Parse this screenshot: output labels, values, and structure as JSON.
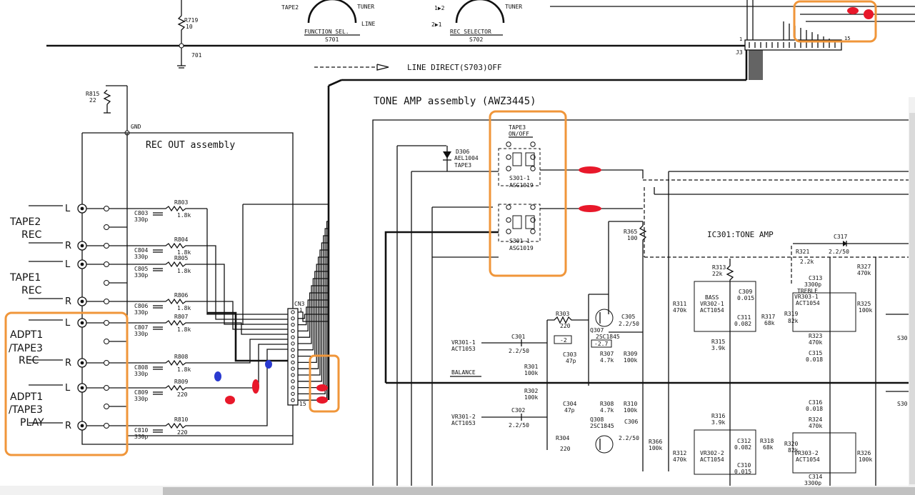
{
  "top": {
    "r719": "R719",
    "r719_val": "10",
    "node701": "701",
    "function_sel": "FUNCTION SEL.",
    "s701": "S701",
    "tape2": "TAPE2",
    "tuner": "TUNER",
    "line": "LINE",
    "rec_selector": "REC SELECTOR",
    "s702": "S702",
    "tuner2": "TUNER",
    "pin1": "1▶2",
    "pin2": "2▶1",
    "line_direct": "LINE DIRECT(S703)OFF",
    "j3": "J3",
    "j3_1": "1",
    "j3_15": "15"
  },
  "rec_out": {
    "title": "REC OUT assembly",
    "r815": "R815",
    "r815_val": "22",
    "gnd": "GND",
    "labels": [
      {
        "text": "TAPE2"
      },
      {
        "text": "REC"
      },
      {
        "text": "TAPE1"
      },
      {
        "text": "REC"
      },
      {
        "text": "ADPT1"
      },
      {
        "text": "/TAPE3"
      },
      {
        "text": "REC"
      },
      {
        "text": "ADPT1"
      },
      {
        "text": "/TAPE3"
      },
      {
        "text": "PLAY"
      }
    ],
    "lr": [
      "L",
      "R",
      "L",
      "R",
      "L",
      "R",
      "L",
      "R"
    ],
    "caps": [
      {
        "name": "C803",
        "val": "330p"
      },
      {
        "name": "C804",
        "val": "330p"
      },
      {
        "name": "C805",
        "val": "330p"
      },
      {
        "name": "C806",
        "val": "330p"
      },
      {
        "name": "C807",
        "val": "330p"
      },
      {
        "name": "C808",
        "val": "330p"
      },
      {
        "name": "C809",
        "val": "330p"
      },
      {
        "name": "C810",
        "val": "330p"
      }
    ],
    "res": [
      {
        "name": "R803",
        "val": "1.8k"
      },
      {
        "name": "R804",
        "val": "1.8k"
      },
      {
        "name": "R805",
        "val": "1.8k"
      },
      {
        "name": "R806",
        "val": "1.8k"
      },
      {
        "name": "R807",
        "val": "1.8k"
      },
      {
        "name": "R808",
        "val": "1.8k"
      },
      {
        "name": "R809",
        "val": "220"
      },
      {
        "name": "R810",
        "val": "220"
      }
    ],
    "cn3": "CN3",
    "cn3_1": "1",
    "cn3_15": "15"
  },
  "tone": {
    "title": "TONE AMP assembly (AWZ3445)",
    "tape3": "TAPE3",
    "onoff": "ON/OFF",
    "d306": "D306",
    "d306_part": "AEL1004",
    "d306_tape3": "TAPE3",
    "s301a": "S301-1",
    "s301a_part": "ASG1019",
    "s301b": "S301-1",
    "s301b_part": "ASG1019",
    "r365": "R365",
    "r365_val": "100",
    "ic301": "IC301:TONE AMP",
    "c317": "C317",
    "c317_val": "2.2/50",
    "r321": "R321",
    "r321_val": "2.2k",
    "r313": "R313",
    "r313_val": "22k",
    "c313": "C313",
    "c313_val": "3300p",
    "r327": "R327",
    "r327_val": "470k",
    "treble": "TREBLE",
    "vr303": "VR303-1",
    "act1054b": "ACT1054",
    "r325": "R325",
    "r325_val": "100k",
    "r311": "R311",
    "r311_val": "470k",
    "bass": "BASS",
    "vr302": "VR302-1",
    "act1054a": "ACT1054",
    "c309": "C309",
    "c309_val": "0.015",
    "c311": "C311",
    "c311_val": "0.082",
    "r317": "R317",
    "r317_val": "68k",
    "r319": "R319",
    "r319_val": "82k",
    "r303": "R303",
    "r303_val": "220",
    "q307": "Q307",
    "q307_part": "2SC1845",
    "c305": "C305",
    "c305_val": "2.2/50",
    "c301": "C301",
    "c301_val": "2.2/50",
    "vr301": "VR301-1",
    "act1053": "ACT1053",
    "volt_a": "-2",
    "volt_b": "-2.7",
    "c303": "C303",
    "c303_val": "47p",
    "r307": "R307",
    "r307_val": "4.7k",
    "r309": "R309",
    "r309_val": "100k",
    "r315": "R315",
    "r315_val": "3.9k",
    "r323": "R323",
    "r323_val": "470k",
    "c315": "C315",
    "c315_val": "0.018",
    "r301": "R301",
    "r301_val": "100k",
    "balance": "BALANCE",
    "r302": "R302",
    "r302_val": "100k",
    "c304": "C304",
    "c304_val": "47p",
    "r308": "R308",
    "r308_val": "4.7k",
    "r310": "R310",
    "r310_val": "100k",
    "c316": "C316",
    "c316_val": "0.018",
    "vr301b": "VR301-2",
    "act1053b": "ACT1053",
    "c302": "C302",
    "c302_val": "2.2/50",
    "q308": "Q308",
    "q308_part": "2SC1845",
    "c306": "C306",
    "c306_val": "2.2/50",
    "r316": "R316",
    "r316_val": "3.9k",
    "r324": "R324",
    "r324_val": "470k",
    "r304": "R304",
    "r304_val": "220",
    "r366": "R366",
    "r366_val": "100k",
    "r312": "R312",
    "r312_val": "470k",
    "vr302b": "VR302-2",
    "act1054c": "ACT1054",
    "c312": "C312",
    "c312_val": "0.082",
    "r318": "R318",
    "r318_val": "68k",
    "r320": "R320",
    "r320_val": "82k",
    "vr303b": "VR303-2",
    "act1054d": "ACT1054",
    "r326": "R326",
    "r326_val": "100k",
    "c310": "C310",
    "c310_val": "0.015",
    "c314": "C314",
    "c314_val": "3300p",
    "s30a": "S30",
    "s30b": "S30"
  },
  "colors": {
    "highlight": "#f0963a",
    "red_marker": "#e8182a",
    "blue_marker": "#2a3ad0",
    "ink": "#111111"
  }
}
